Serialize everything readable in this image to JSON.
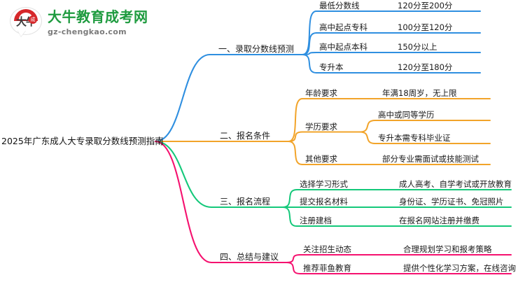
{
  "logo": {
    "name": "dàniú-education-logo",
    "mark_text": "大牛",
    "badge_text": "成",
    "title": "大牛教育成考网",
    "url": "gz-chengkao.com",
    "brand_green": "#1e9b3f",
    "brand_red": "#d6282b"
  },
  "mindmap": {
    "root": {
      "label": "2025年广东成人大专录取分数线预测指南"
    },
    "branches": [
      {
        "label": "一、录取分数线预测",
        "color": "#2f8fe0",
        "children": [
          {
            "label": "最低分数线",
            "leaves": [
              {
                "label": "120分至200分"
              }
            ]
          },
          {
            "label": "高中起点专科",
            "leaves": [
              {
                "label": "100分至120分"
              }
            ]
          },
          {
            "label": "高中起点本科",
            "leaves": [
              {
                "label": "150分以上"
              }
            ]
          },
          {
            "label": "专升本",
            "leaves": [
              {
                "label": "120分至180分"
              }
            ]
          }
        ]
      },
      {
        "label": "二、报名条件",
        "color": "#f2a42a",
        "children": [
          {
            "label": "年龄要求",
            "leaves": [
              {
                "label": "年满18周岁，无上限"
              }
            ]
          },
          {
            "label": "学历要求",
            "leaves": [
              {
                "label": "高中或同等学历"
              },
              {
                "label": "专升本需专科毕业证"
              }
            ]
          },
          {
            "label": "其他要求",
            "leaves": [
              {
                "label": "部分专业需面试或技能测试"
              }
            ]
          }
        ]
      },
      {
        "label": "三、报名流程",
        "color": "#14c87a",
        "children": [
          {
            "label": "选择学习形式",
            "leaves": [
              {
                "label": "成人高考、自学考试或开放教育"
              }
            ]
          },
          {
            "label": "提交报名材料",
            "leaves": [
              {
                "label": "身份证、学历证书、免冠照片"
              }
            ]
          },
          {
            "label": "注册建档",
            "leaves": [
              {
                "label": "在报名网站注册并缴费"
              }
            ]
          }
        ]
      },
      {
        "label": "四、总结与建议",
        "color": "#f5116f",
        "children": [
          {
            "label": "关注招生动态",
            "leaves": [
              {
                "label": "合理规划学习和报考策略"
              }
            ]
          },
          {
            "label": "推荐菲鱼教育",
            "leaves": [
              {
                "label": "提供个性化学习方案，在线咨询"
              }
            ]
          }
        ]
      }
    ]
  }
}
